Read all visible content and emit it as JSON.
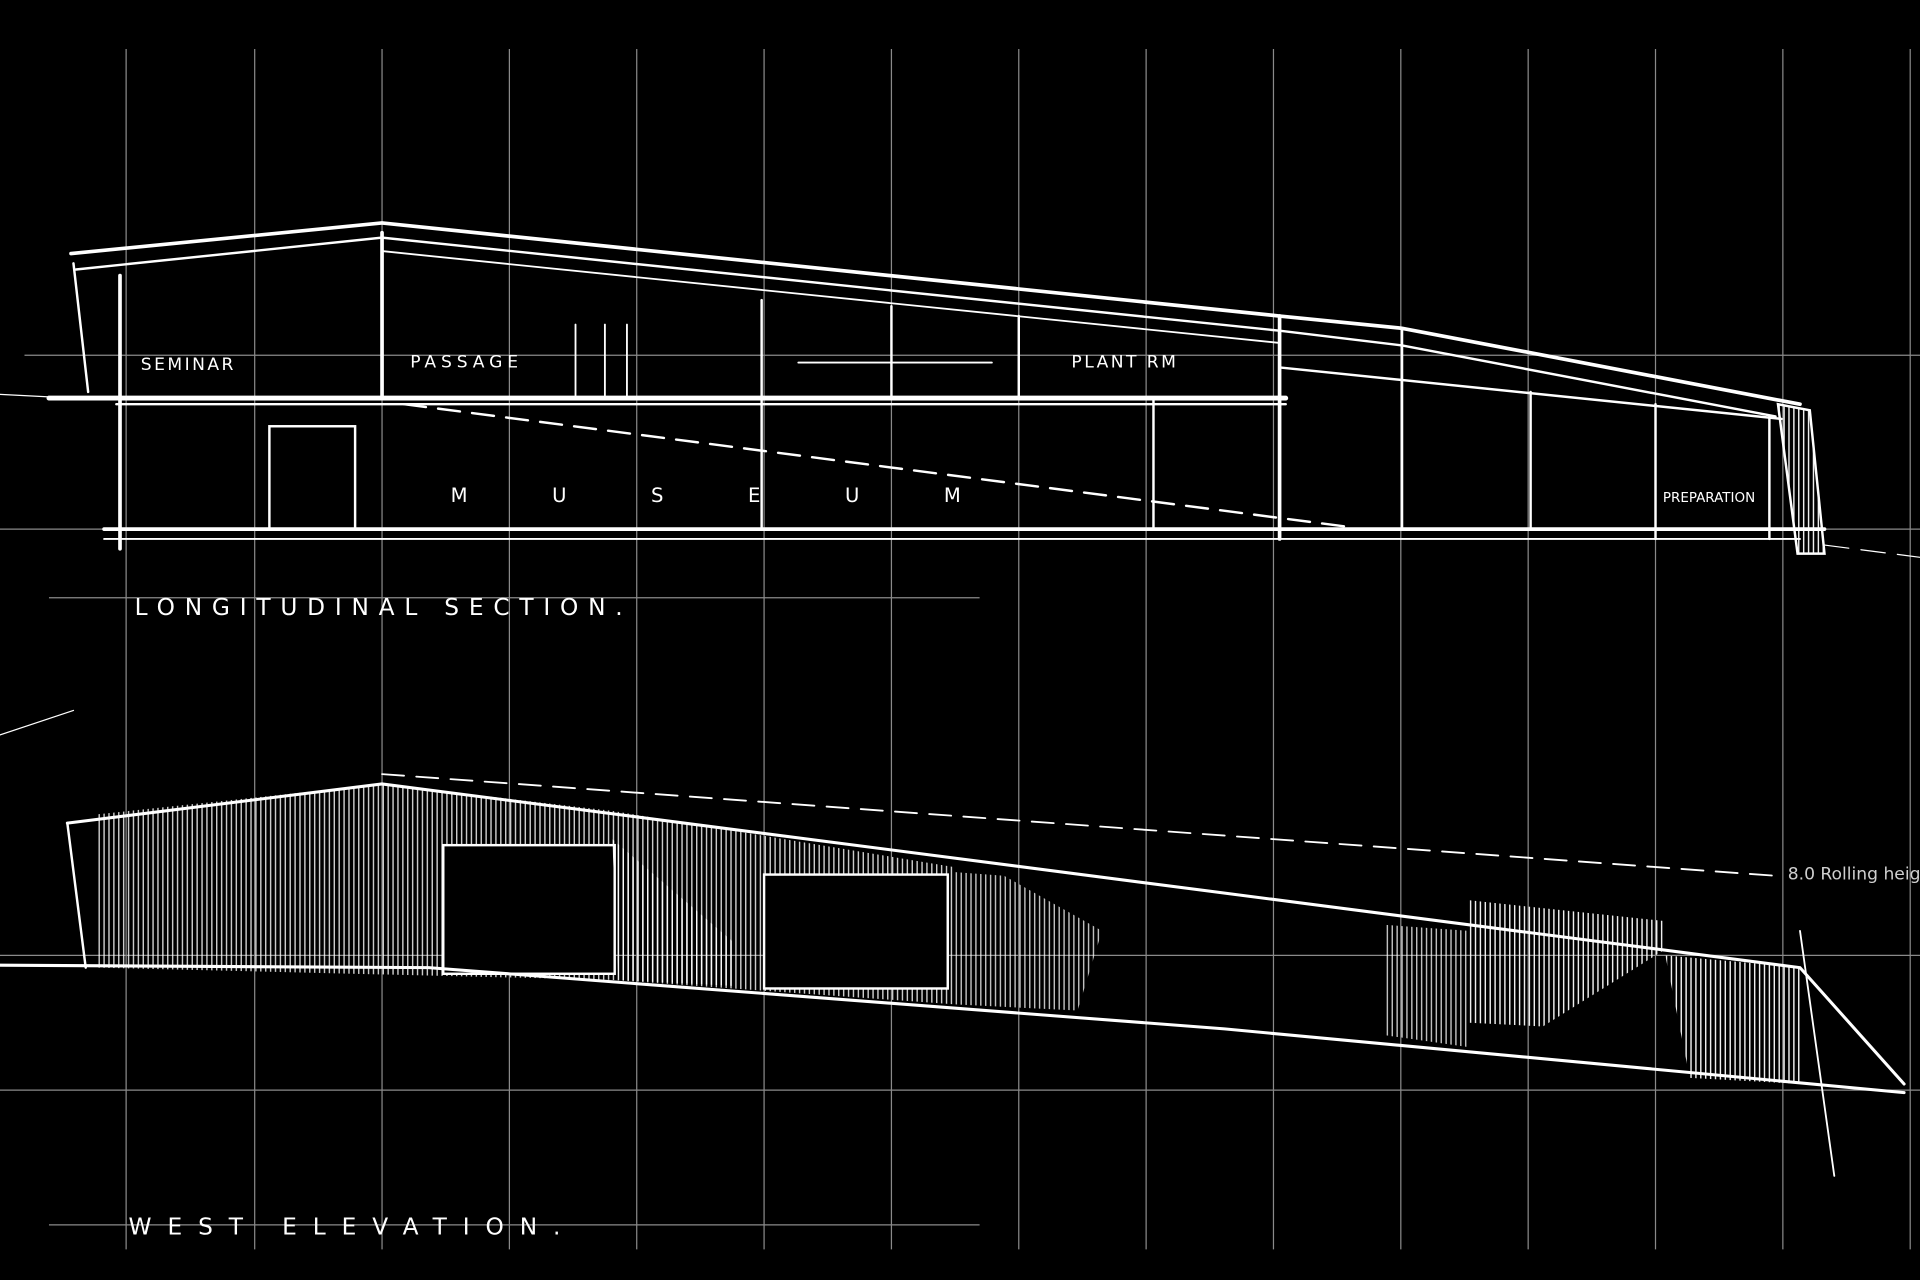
{
  "drawing": {
    "section": {
      "title": "LONGITUDINAL SECTION.",
      "labels": {
        "seminar": "SEMINAR",
        "passage": "PASSAGE",
        "plant_room": "PLANT RM",
        "museum": "M U S E U M",
        "preparation": "PREPARATION"
      }
    },
    "elevation": {
      "title": "WEST ELEVATION.",
      "note": "8.0 Rolling heig"
    },
    "colors": {
      "background": "#000000",
      "ink": "#ffffff",
      "grid": "#8a8a8a"
    }
  }
}
